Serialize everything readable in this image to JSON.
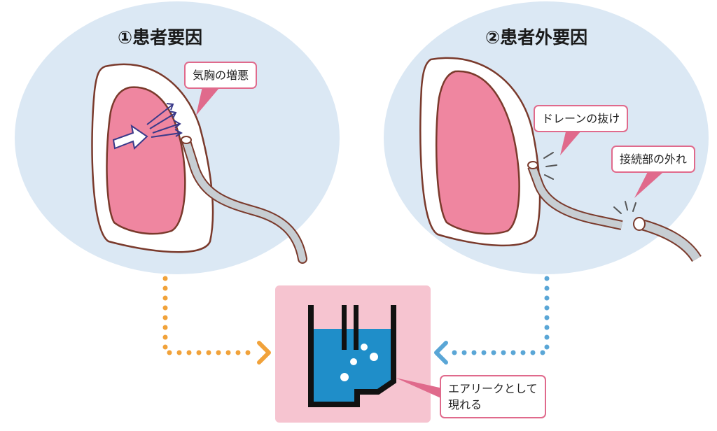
{
  "patient_factor": {
    "title": "①患者要因",
    "callout": "気胸の増悪"
  },
  "external_factor": {
    "title": "②患者外要因",
    "callout_drain": "ドレーンの抜け",
    "callout_connection": "接続部の外れ"
  },
  "result": {
    "callout_line1": "エアリークとして",
    "callout_line2": "現れる"
  },
  "colors": {
    "circle_bg": "#dbe8f4",
    "lung": "#ef86a0",
    "outline": "#7a3a2c",
    "tube": "#c7ced3",
    "arrow_left": "#f1a23a",
    "arrow_right": "#5aa6d6",
    "result_bg": "#f6c4d0",
    "water": "#1f8ec9",
    "callout_border": "#e06a8c",
    "air_arrows": "#3a3a8a"
  }
}
